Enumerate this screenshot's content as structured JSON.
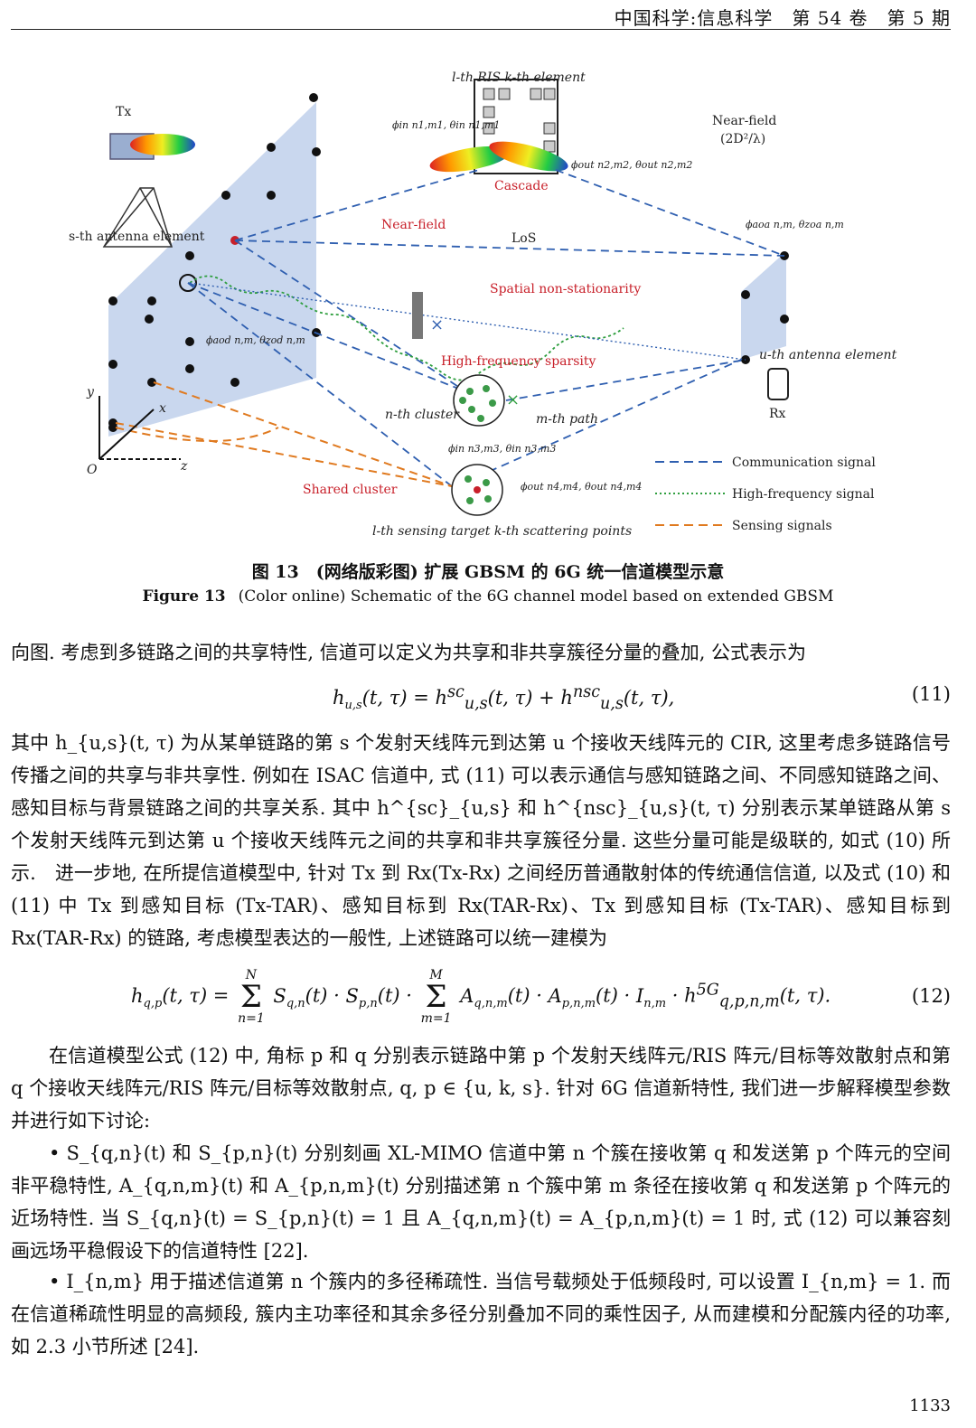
{
  "header": {
    "journal": "中国科学:信息科学　第 54 卷　第 5 期"
  },
  "figure": {
    "labels": {
      "tx": "Tx",
      "ris": "l-th RIS k-th element",
      "near_field_top": "Near-field",
      "near_field_formula": "(2D²/λ)",
      "cascade": "Cascade",
      "s_antenna": "s-th antenna element",
      "near_field": "Near-field",
      "los": "LoS",
      "spatial": "Spatial non-stationarity",
      "hf_sparsity": "High-frequency sparsity",
      "n_cluster": "n-th cluster",
      "m_path": "m-th path",
      "u_antenna": "u-th antenna element",
      "rx": "Rx",
      "shared": "Shared cluster",
      "sensing_target": "l-th sensing target k-th scattering points",
      "axis_y": "y",
      "axis_x": "x",
      "axis_z": "z",
      "axis_o": "O",
      "phi_in_1": "ϕin n1,m1, θin n1,m1",
      "phi_out_2": "ϕout n2,m2, θout n2,m2",
      "phi_aoa": "ϕaoa n,m, θzoa n,m",
      "phi_aod": "ϕaod n,m, θzod n,m",
      "phi_in_3": "ϕin n3,m3, θin n3,m3",
      "phi_out_4": "ϕout n4,m4, θout n4,m4"
    },
    "legend": [
      {
        "label": "Communication signal",
        "color": "#2f5fb0"
      },
      {
        "label": "High-frequency signal",
        "color": "#2e9e3e"
      },
      {
        "label": "Sensing signals",
        "color": "#e07a20"
      }
    ],
    "colors": {
      "red_label": "#c8202a",
      "panel": "#c9d7ee"
    }
  },
  "caption": {
    "zh": "图 13　(网络版彩图) 扩展 GBSM 的 6G 统一信道模型示意",
    "en_label": "Figure 13",
    "en": "(Color online) Schematic of the 6G channel model based on extended GBSM"
  },
  "text": {
    "p1": "向图. 考虑到多链路之间的共享特性, 信道可以定义为共享和非共享簇径分量的叠加, 公式表示为",
    "eq11_num": "(11)",
    "p2": "其中 h_{u,s}(t, τ) 为从某单链路的第 s 个发射天线阵元到达第 u 个接收天线阵元的 CIR, 这里考虑多链路信号传播之间的共享与非共享性. 例如在 ISAC 信道中, 式 (11) 可以表示通信与感知链路之间、不同感知链路之间、感知目标与背景链路之间的共享关系. 其中 h^{sc}_{u,s} 和 h^{nsc}_{u,s}(t, τ) 分别表示某单链路从第 s 个发射天线阵元到达第 u 个接收天线阵元之间的共享和非共享簇径分量. 这些分量可能是级联的, 如式 (10) 所示.　进一步地, 在所提信道模型中, 针对 Tx 到 Rx(Tx-Rx) 之间经历普通散射体的传统通信信道, 以及式 (10) 和 (11) 中 Tx 到感知目标 (Tx-TAR)、感知目标到 Rx(TAR-Rx)、Tx 到感知目标 (Tx-TAR)、感知目标到 Rx(TAR-Rx) 的链路, 考虑模型表达的一般性, 上述链路可以统一建模为",
    "eq12_num": "(12)",
    "p3": "在信道模型公式 (12) 中, 角标 p 和 q 分别表示链路中第 p 个发射天线阵元/RIS 阵元/目标等效散射点和第 q 个接收天线阵元/RIS 阵元/目标等效散射点, q, p ∈ {u, k, s}. 针对 6G 信道新特性, 我们进一步解释模型参数并进行如下讨论:",
    "b1": "S_{q,n}(t) 和 S_{p,n}(t) 分别刻画 XL-MIMO 信道中第 n 个簇在接收第 q 和发送第 p 个阵元的空间非平稳特性, A_{q,n,m}(t) 和 A_{p,n,m}(t) 分别描述第 n 个簇中第 m 条径在接收第 q 和发送第 p 个阵元的近场特性. 当 S_{q,n}(t) = S_{p,n}(t) = 1 且 A_{q,n,m}(t) = A_{p,n,m}(t) = 1 时, 式 (12) 可以兼容刻画远场平稳假设下的信道特性 [22].",
    "b2": "I_{n,m} 用于描述信道第 n 个簇内的多径稀疏性. 当信号载频处于低频段时, 可以设置 I_{n,m} = 1. 而在信道稀疏性明显的高频段, 簇内主功率径和其余多径分别叠加不同的乘性因子, 从而建模和分配簇内径的功率, 如 2.3 小节所述 [24]."
  },
  "page_number": "1133"
}
